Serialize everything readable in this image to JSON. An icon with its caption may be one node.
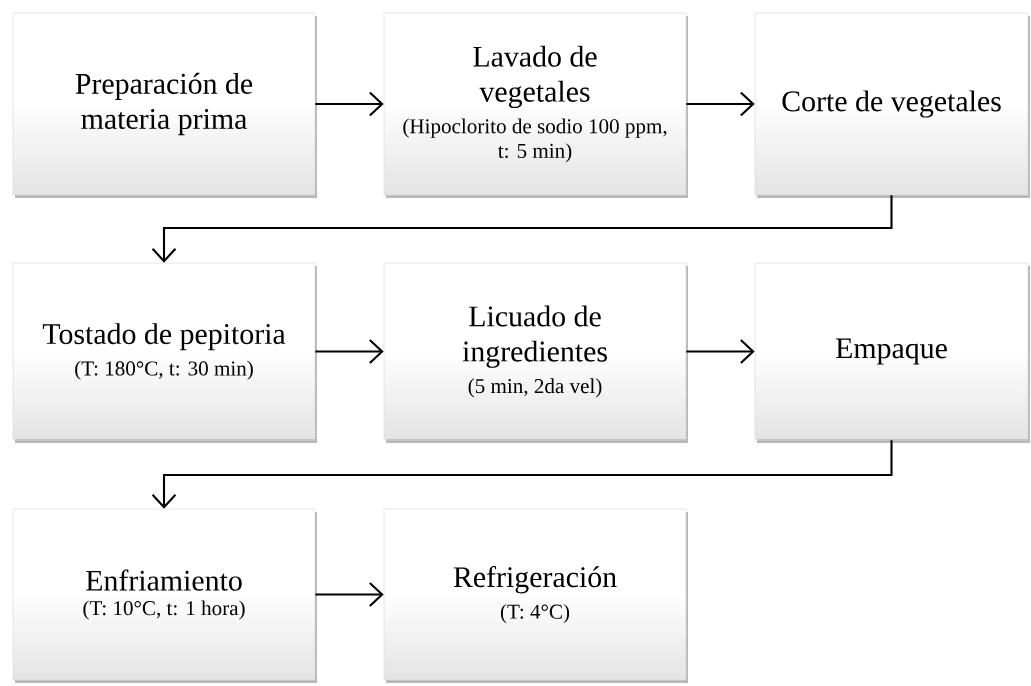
{
  "diagram": {
    "nodes": [
      {
        "text": [
          "Preparación de materia prima"
        ]
      },
      {
        "text": [
          "Lavado de vegetales",
          "(Hipoclorito de sodio 100 ppm, t: 5 min)"
        ]
      },
      {
        "text": [
          "Corte de vegetales"
        ]
      },
      {
        "text": [
          "Tostado de pepitoria",
          "(T: 180°C, t: 30 min)"
        ]
      },
      {
        "text": [
          "Licuado de ingredientes",
          "(5 min, 2da vel)"
        ]
      },
      {
        "text": [
          "Empaque"
        ]
      },
      {
        "text": [
          "Enfriamiento",
          "(T: 10°C, t: 1 hora)"
        ]
      },
      {
        "text": [
          "Refrigeración",
          "(T: 4°C)"
        ]
      }
    ],
    "edges": [
      {
        "from": 0,
        "to": 1,
        "arrow": "to"
      },
      {
        "from": 1,
        "to": 2,
        "arrow": "to"
      },
      {
        "from": 2,
        "to": 3,
        "arrow": "to"
      },
      {
        "from": 3,
        "to": 4,
        "arrow": "to"
      },
      {
        "from": 4,
        "to": 5,
        "arrow": "to"
      },
      {
        "from": 5,
        "to": 6,
        "arrow": "to"
      },
      {
        "from": 6,
        "to": 7,
        "arrow": "to"
      }
    ]
  }
}
